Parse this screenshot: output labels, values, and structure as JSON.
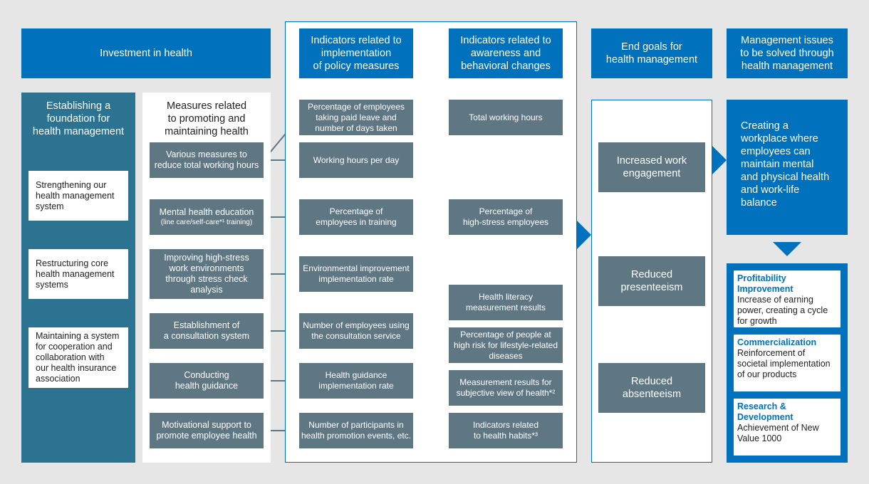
{
  "headers": {
    "investment": "Investment in health",
    "policy_indicators": "Indicators related to\nimplementation\nof policy measures",
    "awareness_indicators": "Indicators related to\nawareness and\nbehavioral changes",
    "end_goals": "End goals for\nhealth management",
    "management_issues": "Management issues\nto be solved through\nhealth management"
  },
  "foundation": {
    "title": "Establishing a\nfoundation for\nhealth management",
    "items": [
      "Strengthening our\nhealth management\nsystem",
      "Restructuring core\nhealth management\nsystems",
      "Maintaining a system\nfor cooperation and\ncollaboration with\nour health insurance\nassociation"
    ]
  },
  "measures": {
    "title": "Measures related\nto promoting and\nmaintaining health",
    "items": [
      {
        "label": "Various measures to\nreduce total working hours",
        "note": ""
      },
      {
        "label": "Mental health education",
        "note": "(line care/self-care*¹ training)"
      },
      {
        "label": "Improving high-stress\nwork environments\nthrough stress check\nanalysis",
        "note": ""
      },
      {
        "label": "Establishment of\na consultation system",
        "note": ""
      },
      {
        "label": "Conducting\nhealth guidance",
        "note": ""
      },
      {
        "label": "Motivational support to\npromote employee health",
        "note": ""
      }
    ]
  },
  "policy_items": [
    "Percentage of employees\ntaking paid leave and\nnumber of days taken",
    "Working hours per day",
    "Percentage of\nemployees in training",
    "Environmental improvement\nimplementation rate",
    "Number of employees using\nthe consultation service",
    "Health guidance\nimplementation rate",
    "Number of participants in\nhealth promotion events, etc."
  ],
  "awareness_items": [
    "Total working hours",
    "Percentage of\nhigh-stress employees",
    "Health literacy\nmeasurement results",
    "Percentage of people at\nhigh risk for lifestyle-related\ndiseases",
    "Measurement results for\nsubjective view of health*²",
    "Indicators related\nto health habits*³"
  ],
  "goals": [
    "Increased work\nengagement",
    "Reduced\npresenteeism",
    "Reduced\nabsenteeism"
  ],
  "main_issue": "Creating a\nworkplace where\nemployees can\nmaintain mental\nand physical health\nand work-life\nbalance",
  "issues": [
    {
      "title": "Profitability\nImprovement",
      "desc": "Increase of earning\npower, creating a cycle\nfor growth"
    },
    {
      "title": "Commercialization",
      "desc": "Reinforcement of\nsocietal implementation\nof our products"
    },
    {
      "title": "Research &\nDevelopment",
      "desc": "Achievement of New\nValue 1000"
    }
  ],
  "colors": {
    "brand_blue": "#0071bc",
    "teal": "#2b7390",
    "slate": "#5f7683",
    "background": "#e6e6e6"
  }
}
